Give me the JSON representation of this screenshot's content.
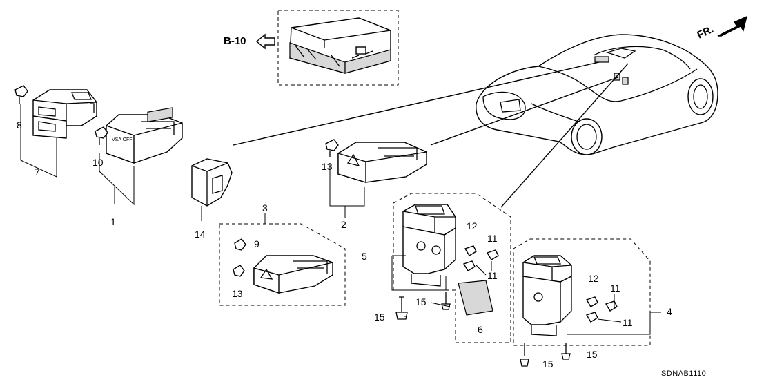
{
  "labels": {
    "p1": "1",
    "p2": "2",
    "p3": "3",
    "p4": "4",
    "p5": "5",
    "p6": "6",
    "p7": "7",
    "p8": "8",
    "p9": "9",
    "p10": "10",
    "p11a": "11",
    "p11b": "11",
    "p11c": "11",
    "p11d": "11",
    "p12a": "12",
    "p12b": "12",
    "p13a": "13",
    "p13b": "13",
    "p14": "14",
    "p15a": "15",
    "p15b": "15",
    "p15c": "15",
    "p15d": "15"
  },
  "reference": "B-10",
  "front_marker": "FR.",
  "vsa_switch_text": "VSA OFF",
  "diagram_code": "SDNAB1110"
}
